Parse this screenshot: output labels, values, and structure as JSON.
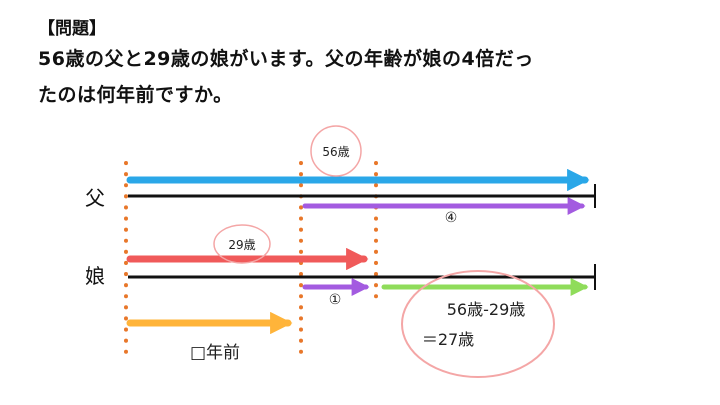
{
  "problem": {
    "heading": "【問題】",
    "line1": "56歳の父と29歳の娘がいます。父の年齢が娘の4倍だっ",
    "line2": "たのは何年前ですか。"
  },
  "diagram": {
    "father_label": "父",
    "daughter_label": "娘",
    "father_age_label": "56歳",
    "daughter_age_label": "29歳",
    "father_past_mark": "④",
    "daughter_past_mark": "①",
    "years_ago_label": "□年前",
    "calc_line1": "56歳-29歳",
    "calc_line2": "＝27歳"
  },
  "colors": {
    "blue_arrow": "#2aa7e8",
    "purple_arrow": "#a35be0",
    "red_arrow": "#f05a5a",
    "green_arrow": "#8fdc5a",
    "orange_arrow": "#ffb43a",
    "dotted_guide": "#e8772a",
    "circle": "#f4a6a6"
  }
}
